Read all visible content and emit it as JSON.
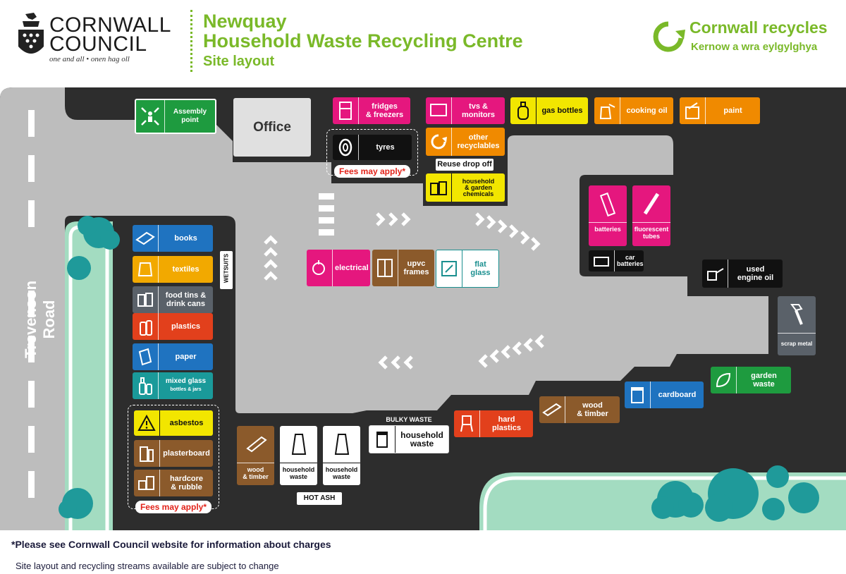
{
  "header": {
    "council_logo_line1": "CORNWALL",
    "council_logo_line2": "COUNCIL",
    "council_tagline": "one and all • onen hag oll",
    "title_line1": "Newquay",
    "title_line2": "Household Waste Recycling Centre",
    "subtitle": "Site layout",
    "recycles_title": "Cornwall recycles",
    "recycles_subtitle": "Kernow a wra eylgylghya"
  },
  "colors": {
    "road": "#2d2d2d",
    "site": "#bdbdbd",
    "verge": "#a3dcc1",
    "tree": "#1f9a9a",
    "green": "#7ab929"
  },
  "map": {
    "road_name": "Trevenson Road",
    "office": "Office",
    "wetsuits": "WETSUITS",
    "assembly": "Assembly point",
    "reuse_drop_off": "Reuse drop off",
    "bulky_waste": "BULKY WASTE",
    "hot_ash": "HOT ASH",
    "fees_top": "Fees may apply*",
    "fees_bottom": "Fees may apply*"
  },
  "bins": {
    "fridges": "fridges\n& freezers",
    "tyres": "tyres",
    "tvs": "tvs &\nmonitors",
    "other": "other\nrecyclables",
    "chemicals": "household\n& garden\nchemicals",
    "gas": "gas bottles",
    "cooking_oil": "cooking oil",
    "paint": "paint",
    "batteries": "batteries",
    "fluorescent": "fluorescent\ntubes",
    "car_batteries": "car\nbatteries",
    "engine_oil": "used\nengine oil",
    "scrap_metal": "scrap metal",
    "garden": "garden\nwaste",
    "cardboard": "cardboard",
    "wood_timber_right": "wood\n& timber",
    "hard_plastics": "hard\nplastics",
    "household_waste_bulky": "household\nwaste",
    "household_waste_1": "household\nwaste",
    "household_waste_2": "household\nwaste",
    "wood_timber_left": "wood\n& timber",
    "electrical": "electrical",
    "upvc": "upvc\nframes",
    "flat_glass": "flat glass",
    "books": "books",
    "textiles": "textiles",
    "food_tins": "food tins &\ndrink cans",
    "plastics": "plastics",
    "paper": "paper",
    "mixed_glass": "mixed glass",
    "mixed_glass_sub": "bottles & jars",
    "asbestos": "asbestos",
    "plasterboard": "plasterboard",
    "hardcore": "hardcore\n& rubble"
  },
  "footer": {
    "charges_note": "*Please see Cornwall Council website for information about charges",
    "change_note": "Site layout and recycling streams available are subject to change"
  }
}
